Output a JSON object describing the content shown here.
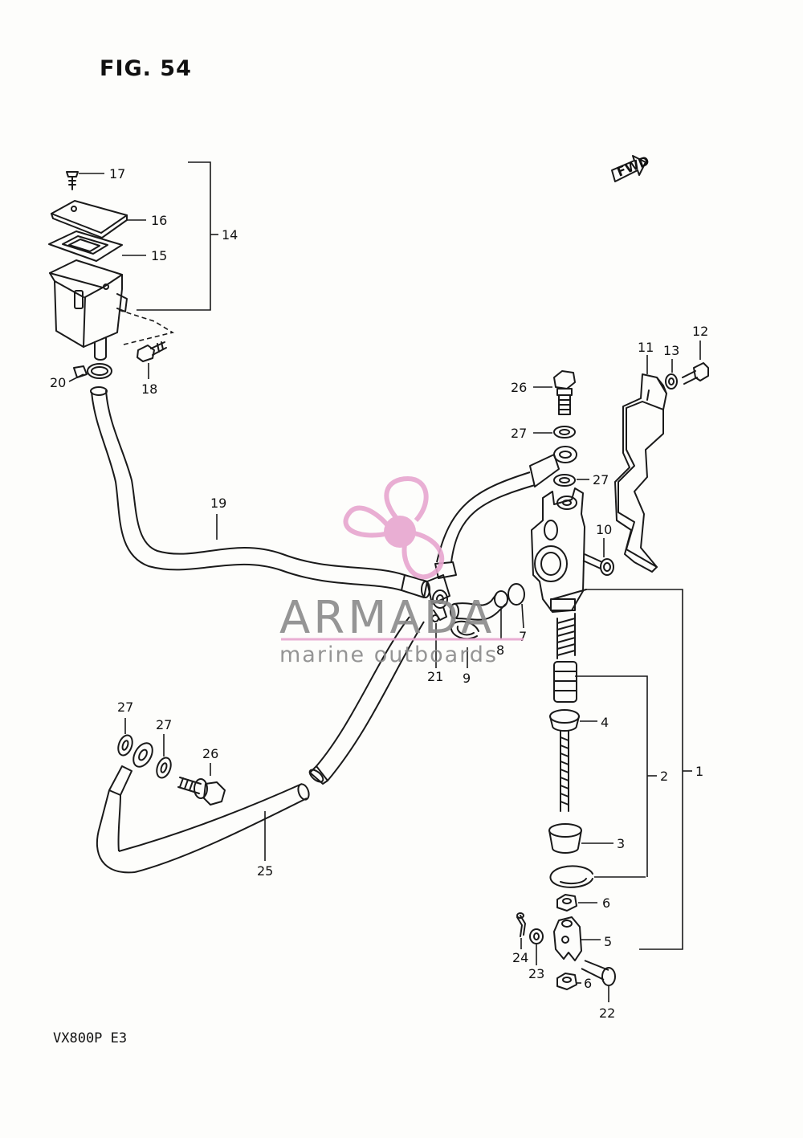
{
  "figure": {
    "title": "FIG. 54",
    "model_code": "VX800P E3",
    "fwd_label": "FWD"
  },
  "callouts": {
    "c1": "1",
    "c2": "2",
    "c3": "3",
    "c4": "4",
    "c5": "5",
    "c6a": "6",
    "c6b": "6",
    "c7": "7",
    "c8": "8",
    "c9": "9",
    "c10": "10",
    "c11": "11",
    "c12": "12",
    "c13": "13",
    "c14": "14",
    "c15": "15",
    "c16": "16",
    "c17": "17",
    "c18": "18",
    "c19": "19",
    "c20": "20",
    "c21": "21",
    "c22": "22",
    "c23": "23",
    "c24": "24",
    "c25": "25",
    "c26a": "26",
    "c26b": "26",
    "c27a": "27",
    "c27b": "27",
    "c27c": "27",
    "c27d": "27"
  },
  "watermark": {
    "brand": "ARMADA",
    "tagline": "marine outboards",
    "logo_color": "#e7a6cf",
    "text_color": "#8a8a8a"
  }
}
